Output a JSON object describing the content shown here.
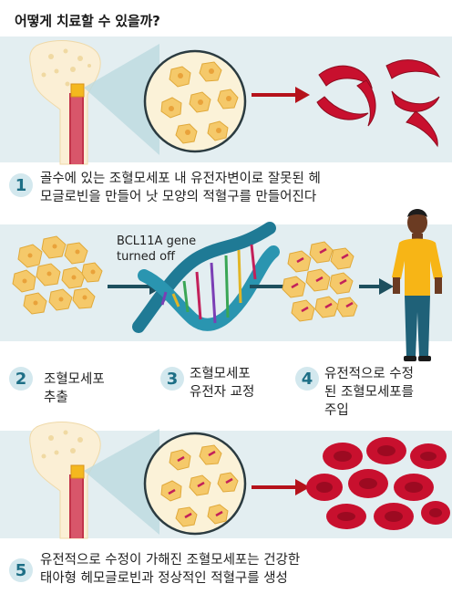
{
  "title": "어떻게 치료할 수 있을까?",
  "gene_label_line1": "BCL11A gene",
  "gene_label_line2": "turned off",
  "steps": [
    {
      "num": "1",
      "lines": [
        "골수에 있는 조혈모세포 내 유전자변이로 잘못된 헤",
        "모글로빈을 만들어 낫 모양의 적혈구를 만들어진다"
      ]
    },
    {
      "num": "2",
      "lines": [
        "조혈모세포",
        "추출"
      ]
    },
    {
      "num": "3",
      "lines": [
        "조혈모세포",
        "유전자 교정"
      ]
    },
    {
      "num": "4",
      "lines": [
        "유전적으로 수정",
        "된 조혈모세포를",
        "주입"
      ]
    },
    {
      "num": "5",
      "lines": [
        "유전적으로 수정이 가해진 조혈모세포는 건강한",
        "태아형 헤모글로빈과 정상적인 적혈구를 생성"
      ]
    }
  ],
  "colors": {
    "band": "#e3eef1",
    "accent": "#1d6f86",
    "cell": "#f5c96a",
    "red_cell": "#c8102e",
    "arrow_red": "#b5121b",
    "arrow_teal": "#1d4f5e",
    "dna_teal": "#1f7a95"
  }
}
